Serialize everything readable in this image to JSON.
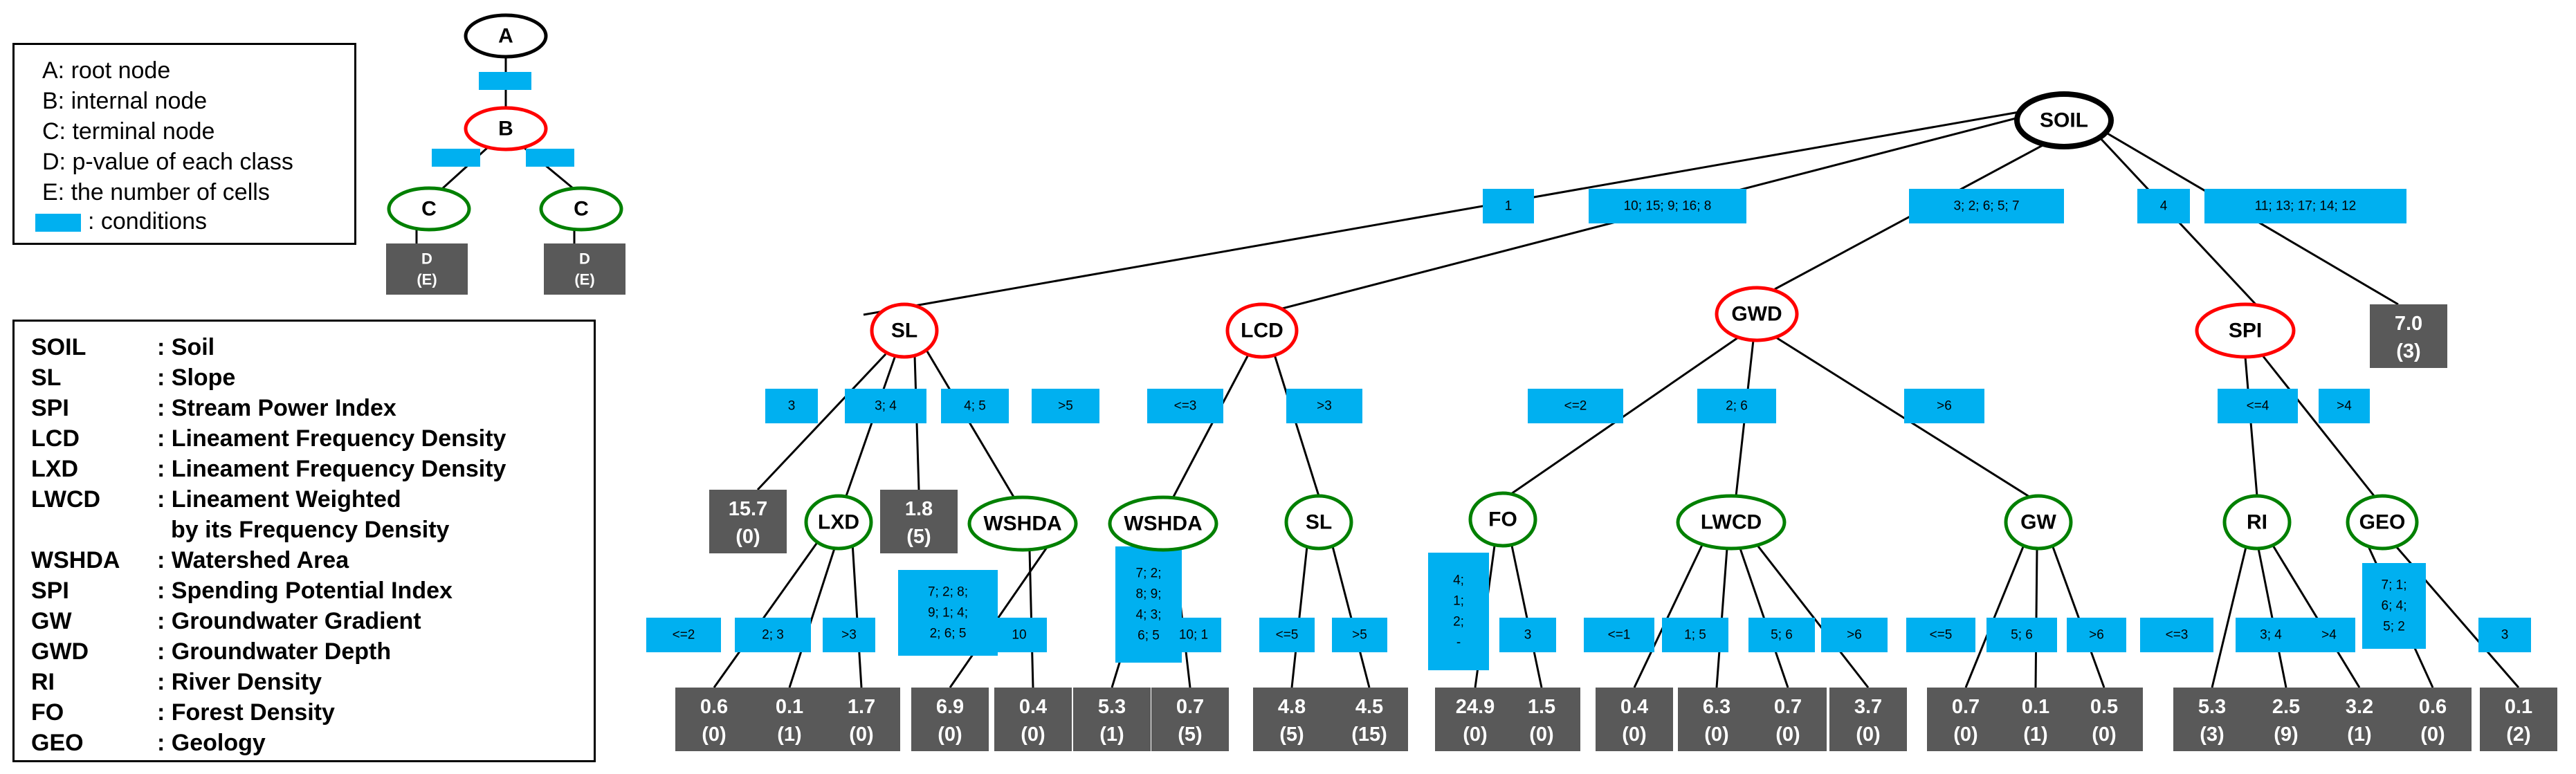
{
  "legend_top": {
    "items": [
      "A: root node",
      "B: internal node",
      "C: terminal node",
      "D: p-value of each class",
      "E: the number of cells",
      ": conditions"
    ],
    "node_A": "A",
    "node_B": "B",
    "node_C": "C",
    "term_D": "D",
    "term_E": "(E)"
  },
  "legend_abbrev": [
    {
      "abbr": "SOIL",
      "desc": ": Soil"
    },
    {
      "abbr": "SL",
      "desc": ": Slope"
    },
    {
      "abbr": "SPI",
      "desc": ": Stream Power Index"
    },
    {
      "abbr": "LCD",
      "desc": ": Lineament Frequency Density"
    },
    {
      "abbr": "LXD",
      "desc": ": Lineament Frequency Density"
    },
    {
      "abbr": "LWCD",
      "desc": ": Lineament Weighted"
    },
    {
      "abbr": "",
      "desc": "by its Frequency Density"
    },
    {
      "abbr": "WSHDA",
      "desc": ": Watershed Area"
    },
    {
      "abbr": "SPI",
      "desc": ": Spending Potential Index"
    },
    {
      "abbr": "GW",
      "desc": ": Groundwater Gradient"
    },
    {
      "abbr": "GWD",
      "desc": ": Groundwater Depth"
    },
    {
      "abbr": "RI",
      "desc": ": River Density"
    },
    {
      "abbr": "FO",
      "desc": ": Forest Density"
    },
    {
      "abbr": "GEO",
      "desc": ": Geology"
    }
  ],
  "colors": {
    "condition": "#00b0f0",
    "terminal": "#595959",
    "root": "#000000",
    "internal": "#ff0000",
    "leaf": "#008000"
  },
  "tree": {
    "nodes": [
      {
        "id": "SOIL",
        "label": "SOIL",
        "kind": "root"
      },
      {
        "id": "SL",
        "label": "SL",
        "kind": "internal"
      },
      {
        "id": "LCD",
        "label": "LCD",
        "kind": "internal"
      },
      {
        "id": "GWD",
        "label": "GWD",
        "kind": "internal"
      },
      {
        "id": "SPI",
        "label": "SPI",
        "kind": "internal"
      },
      {
        "id": "LXD",
        "label": "LXD",
        "kind": "leaf"
      },
      {
        "id": "WSHDA1",
        "label": "WSHDA",
        "kind": "leaf"
      },
      {
        "id": "WSHDA2",
        "label": "WSHDA",
        "kind": "leaf"
      },
      {
        "id": "SL2",
        "label": "SL",
        "kind": "leaf"
      },
      {
        "id": "FO",
        "label": "FO",
        "kind": "leaf"
      },
      {
        "id": "LWCD",
        "label": "LWCD",
        "kind": "leaf"
      },
      {
        "id": "GW",
        "label": "GW",
        "kind": "leaf"
      },
      {
        "id": "RI",
        "label": "RI",
        "kind": "leaf"
      },
      {
        "id": "GEO",
        "label": "GEO",
        "kind": "leaf"
      }
    ],
    "conditions": [
      {
        "id": "c1",
        "lines": [
          "1"
        ]
      },
      {
        "id": "c2",
        "lines": [
          "10; 15; 9; 16; 8"
        ]
      },
      {
        "id": "c3",
        "lines": [
          "3; 2; 6; 5; 7"
        ]
      },
      {
        "id": "c4",
        "lines": [
          "4"
        ]
      },
      {
        "id": "c5",
        "lines": [
          "11; 13;  17; 14; 12"
        ]
      },
      {
        "id": "c6",
        "lines": [
          "3"
        ]
      },
      {
        "id": "c7",
        "lines": [
          "3; 4"
        ]
      },
      {
        "id": "c8",
        "lines": [
          "4; 5"
        ]
      },
      {
        "id": "c9",
        "lines": [
          ">5"
        ]
      },
      {
        "id": "c10",
        "lines": [
          "<=3"
        ]
      },
      {
        "id": "c11",
        "lines": [
          ">3"
        ]
      },
      {
        "id": "c12",
        "lines": [
          "<=2"
        ]
      },
      {
        "id": "c13",
        "lines": [
          "2; 6"
        ]
      },
      {
        "id": "c14",
        "lines": [
          ">6"
        ]
      },
      {
        "id": "c15",
        "lines": [
          "<=4"
        ]
      },
      {
        "id": "c16",
        "lines": [
          ">4"
        ]
      },
      {
        "id": "c17",
        "lines": [
          "<=2"
        ]
      },
      {
        "id": "c18",
        "lines": [
          "2; 3"
        ]
      },
      {
        "id": "c19",
        "lines": [
          ">3"
        ]
      },
      {
        "id": "c20",
        "lines": [
          "7; 2; 8;",
          "9; 1; 4;",
          "2; 6; 5"
        ]
      },
      {
        "id": "c21",
        "lines": [
          "10"
        ]
      },
      {
        "id": "c22",
        "lines": [
          "7; 2;",
          "8; 9;",
          "4; 3;",
          "6; 5"
        ]
      },
      {
        "id": "c23",
        "lines": [
          "10; 1"
        ]
      },
      {
        "id": "c24",
        "lines": [
          "<=5"
        ]
      },
      {
        "id": "c25",
        "lines": [
          ">5"
        ]
      },
      {
        "id": "c26",
        "lines": [
          "4;",
          "1;",
          "2;",
          "-"
        ]
      },
      {
        "id": "c27",
        "lines": [
          "3"
        ]
      },
      {
        "id": "c28",
        "lines": [
          "<=1"
        ]
      },
      {
        "id": "c29",
        "lines": [
          "1; 5"
        ]
      },
      {
        "id": "c30",
        "lines": [
          "5; 6"
        ]
      },
      {
        "id": "c31",
        "lines": [
          ">6"
        ]
      },
      {
        "id": "c32",
        "lines": [
          "<=5"
        ]
      },
      {
        "id": "c33",
        "lines": [
          "5; 6"
        ]
      },
      {
        "id": "c34",
        "lines": [
          ">6"
        ]
      },
      {
        "id": "c35",
        "lines": [
          "<=3"
        ]
      },
      {
        "id": "c36",
        "lines": [
          "3; 4"
        ]
      },
      {
        "id": "c37",
        "lines": [
          ">4"
        ]
      },
      {
        "id": "c38",
        "lines": [
          "7; 1;",
          "6; 4;",
          "5; 2"
        ]
      },
      {
        "id": "c39",
        "lines": [
          "3"
        ]
      }
    ],
    "terminals": [
      {
        "id": "t1",
        "value": "7.0",
        "count": "(3)"
      },
      {
        "id": "t2",
        "value": "15.7",
        "count": "(0)"
      },
      {
        "id": "t3",
        "value": "1.8",
        "count": "(5)"
      },
      {
        "id": "t4",
        "value": "0.6",
        "count": "(0)"
      },
      {
        "id": "t5",
        "value": "0.1",
        "count": "(1)"
      },
      {
        "id": "t6",
        "value": "1.7",
        "count": "(0)"
      },
      {
        "id": "t7",
        "value": "6.9",
        "count": "(0)"
      },
      {
        "id": "t8",
        "value": "0.4",
        "count": "(0)"
      },
      {
        "id": "t9",
        "value": "5.3",
        "count": "(1)"
      },
      {
        "id": "t10",
        "value": "0.7",
        "count": "(5)"
      },
      {
        "id": "t11",
        "value": "4.8",
        "count": "(5)"
      },
      {
        "id": "t12",
        "value": "4.5",
        "count": "(15)"
      },
      {
        "id": "t13",
        "value": "24.9",
        "count": "(0)"
      },
      {
        "id": "t14",
        "value": "1.5",
        "count": "(0)"
      },
      {
        "id": "t15",
        "value": "0.4",
        "count": "(0)"
      },
      {
        "id": "t16",
        "value": "6.3",
        "count": "(0)"
      },
      {
        "id": "t17",
        "value": "0.7",
        "count": "(0)"
      },
      {
        "id": "t18",
        "value": "3.7",
        "count": "(0)"
      },
      {
        "id": "t19",
        "value": "0.7",
        "count": "(0)"
      },
      {
        "id": "t20",
        "value": "0.1",
        "count": "(1)"
      },
      {
        "id": "t21",
        "value": "0.5",
        "count": "(0)"
      },
      {
        "id": "t22",
        "value": "5.3",
        "count": "(3)"
      },
      {
        "id": "t23",
        "value": "2.5",
        "count": "(9)"
      },
      {
        "id": "t24",
        "value": "3.2",
        "count": "(1)"
      },
      {
        "id": "t25",
        "value": "0.6",
        "count": "(0)"
      },
      {
        "id": "t26",
        "value": "0.1",
        "count": "(2)"
      }
    ]
  }
}
